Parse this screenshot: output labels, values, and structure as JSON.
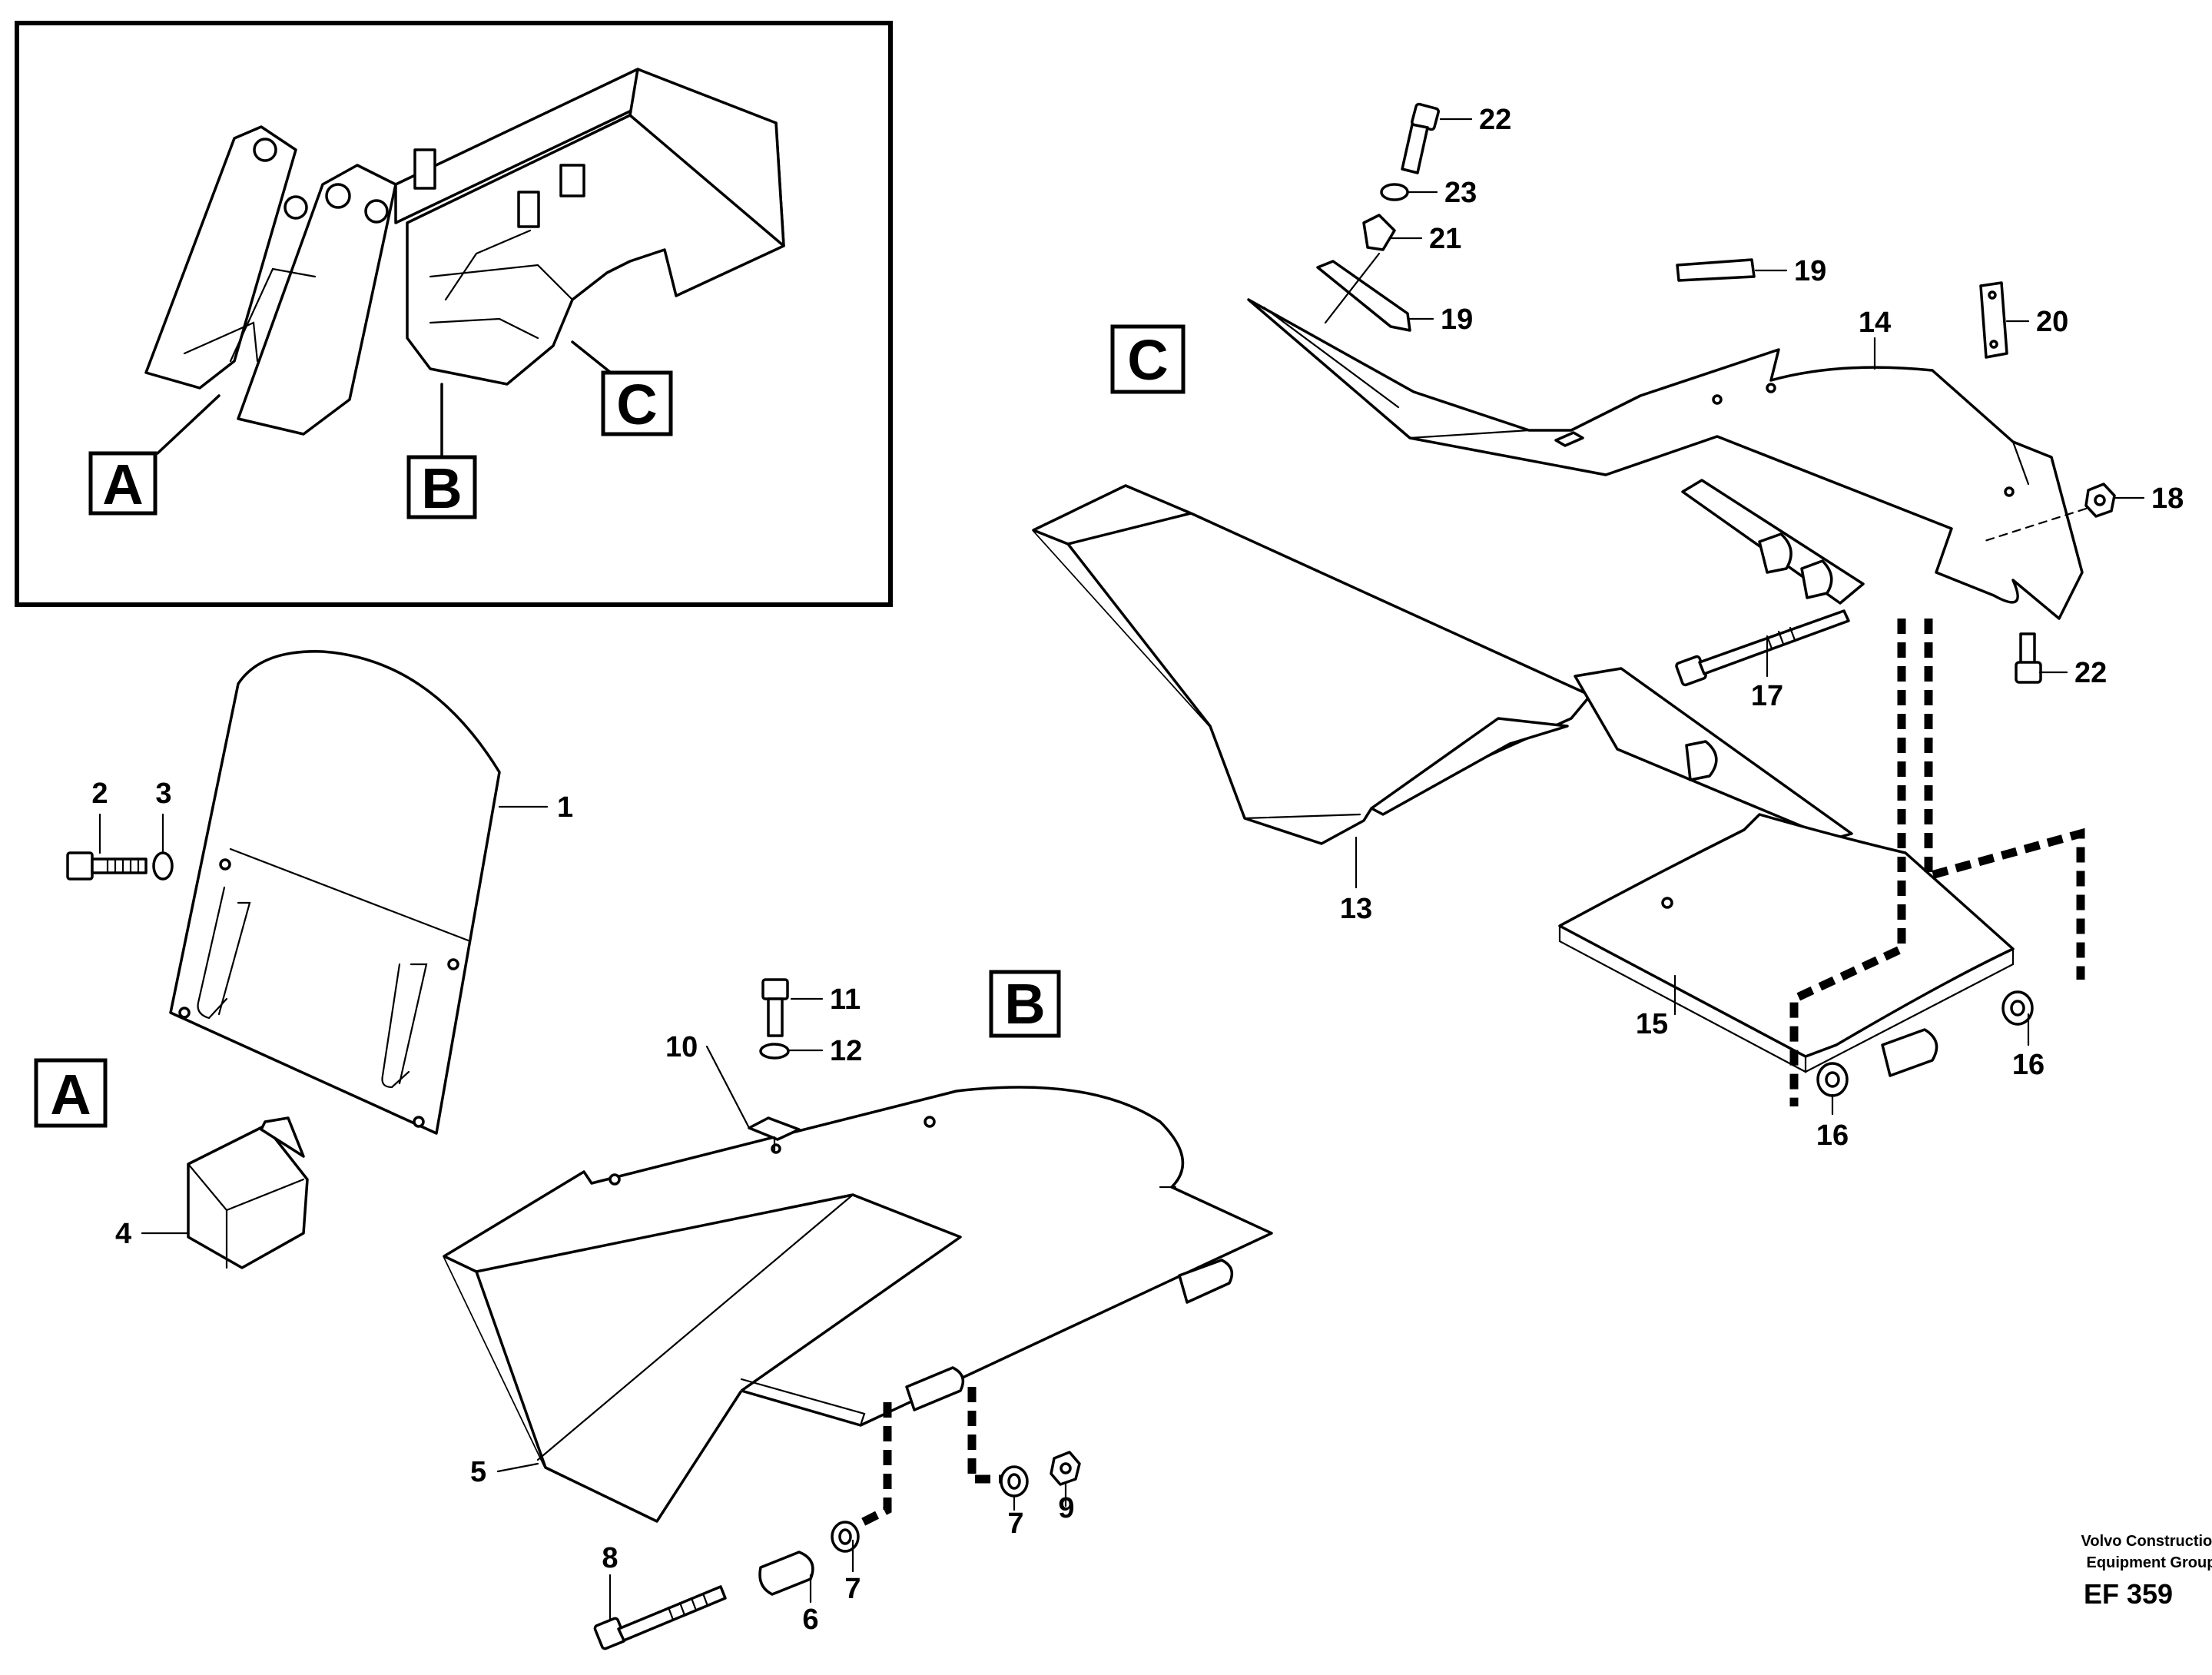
{
  "overview_labels": [
    "A",
    "B",
    "C"
  ],
  "section_labels": {
    "a": "A",
    "b": "B",
    "c": "C"
  },
  "callouts": {
    "n1": "1",
    "n2": "2",
    "n3": "3",
    "n4": "4",
    "n5": "5",
    "n6": "6",
    "n7a": "7",
    "n7b": "7",
    "n8": "8",
    "n9": "9",
    "n10": "10",
    "n11": "11",
    "n12": "12",
    "n13": "13",
    "n14": "14",
    "n15": "15",
    "n16a": "16",
    "n16b": "16",
    "n17": "17",
    "n18": "18",
    "n19a": "19",
    "n19b": "19",
    "n20": "20",
    "n21": "21",
    "n22a": "22",
    "n22b": "22",
    "n23": "23"
  },
  "footer": {
    "company_line1": "Volvo Construction",
    "company_line2": "Equipment Group",
    "figure_code": "EF 359"
  }
}
